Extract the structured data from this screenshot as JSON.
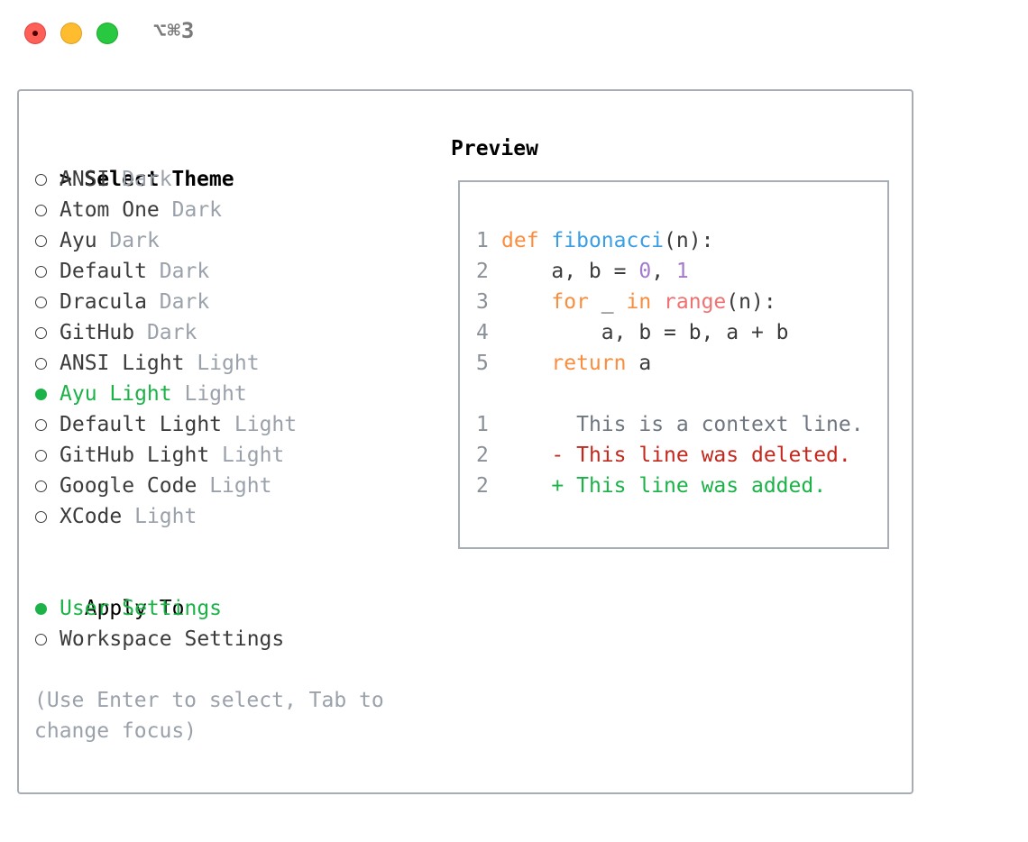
{
  "window": {
    "shortcut": "⌥⌘3"
  },
  "theme_section": {
    "prompt": ">",
    "title": "Select Theme",
    "items": [
      {
        "name": "ANSI",
        "kind": "Dark",
        "selected": false
      },
      {
        "name": "Atom One",
        "kind": "Dark",
        "selected": false
      },
      {
        "name": "Ayu",
        "kind": "Dark",
        "selected": false
      },
      {
        "name": "Default",
        "kind": "Dark",
        "selected": false
      },
      {
        "name": "Dracula",
        "kind": "Dark",
        "selected": false
      },
      {
        "name": "GitHub",
        "kind": "Dark",
        "selected": false
      },
      {
        "name": "ANSI Light",
        "kind": "Light",
        "selected": false
      },
      {
        "name": "Ayu Light",
        "kind": "Light",
        "selected": true
      },
      {
        "name": "Default Light",
        "kind": "Light",
        "selected": false
      },
      {
        "name": "GitHub Light",
        "kind": "Light",
        "selected": false
      },
      {
        "name": "Google Code",
        "kind": "Light",
        "selected": false
      },
      {
        "name": "XCode",
        "kind": "Light",
        "selected": false
      }
    ]
  },
  "apply_section": {
    "title": "Apply To",
    "items": [
      {
        "name": "User Settings",
        "selected": true
      },
      {
        "name": "Workspace Settings",
        "selected": false
      }
    ]
  },
  "help_text": {
    "line1": "(Use Enter to select, Tab to",
    "line2": "change focus)"
  },
  "preview": {
    "title": "Preview",
    "code": [
      {
        "num": "1",
        "parts": [
          {
            "t": "def",
            "c": "kw"
          },
          {
            "t": " ",
            "c": ""
          },
          {
            "t": "fibonacci",
            "c": "fn"
          },
          {
            "t": "(n):",
            "c": ""
          }
        ]
      },
      {
        "num": "2",
        "parts": [
          {
            "t": "    a, b = ",
            "c": ""
          },
          {
            "t": "0",
            "c": "num"
          },
          {
            "t": ", ",
            "c": ""
          },
          {
            "t": "1",
            "c": "num"
          }
        ]
      },
      {
        "num": "3",
        "parts": [
          {
            "t": "    ",
            "c": ""
          },
          {
            "t": "for",
            "c": "kw"
          },
          {
            "t": " _ ",
            "c": ""
          },
          {
            "t": "in",
            "c": "kw"
          },
          {
            "t": " ",
            "c": ""
          },
          {
            "t": "range",
            "c": "bi"
          },
          {
            "t": "(n):",
            "c": ""
          }
        ]
      },
      {
        "num": "4",
        "parts": [
          {
            "t": "        a, b = b, a + b",
            "c": ""
          }
        ]
      },
      {
        "num": "5",
        "parts": [
          {
            "t": "    ",
            "c": ""
          },
          {
            "t": "return",
            "c": "kw"
          },
          {
            "t": " a",
            "c": ""
          }
        ]
      }
    ],
    "diff": [
      {
        "num": "1",
        "sign": " ",
        "text": "This is a context line.",
        "type": "ctx"
      },
      {
        "num": "2",
        "sign": "-",
        "text": "This line was deleted.",
        "type": "del"
      },
      {
        "num": "2",
        "sign": "+",
        "text": "This line was added.",
        "type": "add"
      }
    ]
  },
  "colors": {
    "selected": "#1bb247",
    "dim": "#9aa1aa",
    "border": "#a6adb5",
    "keyword": "#fa8d3e",
    "function": "#399ee6",
    "number": "#a37acc",
    "builtin": "#f07171",
    "deleted": "#c4271c",
    "added": "#1bb247"
  }
}
